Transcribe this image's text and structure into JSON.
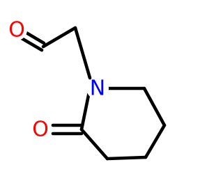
{
  "molecule": {
    "atoms": [
      {
        "id": "O1",
        "symbol": "O",
        "color": "#ff0000"
      },
      {
        "id": "O2",
        "symbol": "O",
        "color": "#ff0000"
      },
      {
        "id": "N1",
        "symbol": "N",
        "color": "#0000ff"
      }
    ]
  }
}
